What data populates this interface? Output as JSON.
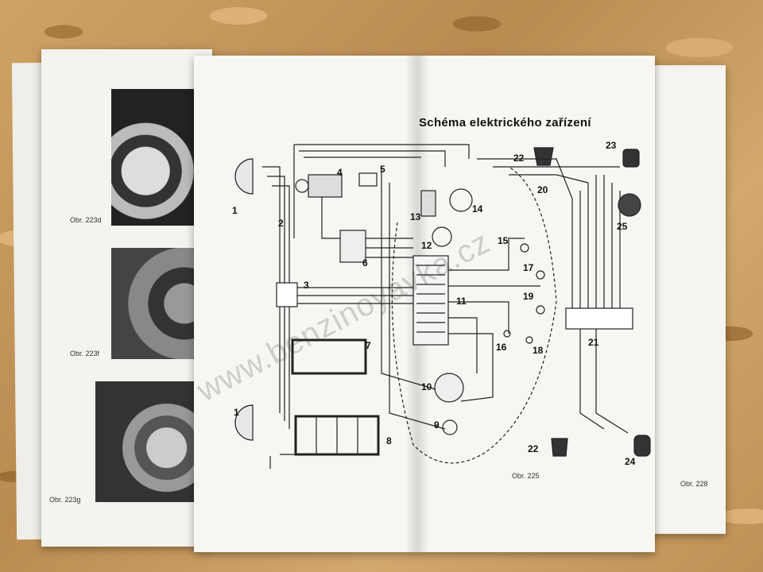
{
  "diagram": {
    "title": "Schéma elektrického zařízení",
    "figure_label": "Obr. 225",
    "component_numbers": [
      "1",
      "2",
      "3",
      "4",
      "5",
      "6",
      "7",
      "8",
      "9",
      "10",
      "11",
      "12",
      "13",
      "14",
      "15",
      "16",
      "17",
      "18",
      "19",
      "20",
      "21",
      "22",
      "23",
      "24",
      "25"
    ]
  },
  "left_page": {
    "captions": [
      "Obr. 223d",
      "Obr. 223f",
      "Obr. 223g"
    ]
  },
  "right_sheet": {
    "caption": "Obr. 228"
  },
  "watermark": "www.benzinoyavka.cz"
}
